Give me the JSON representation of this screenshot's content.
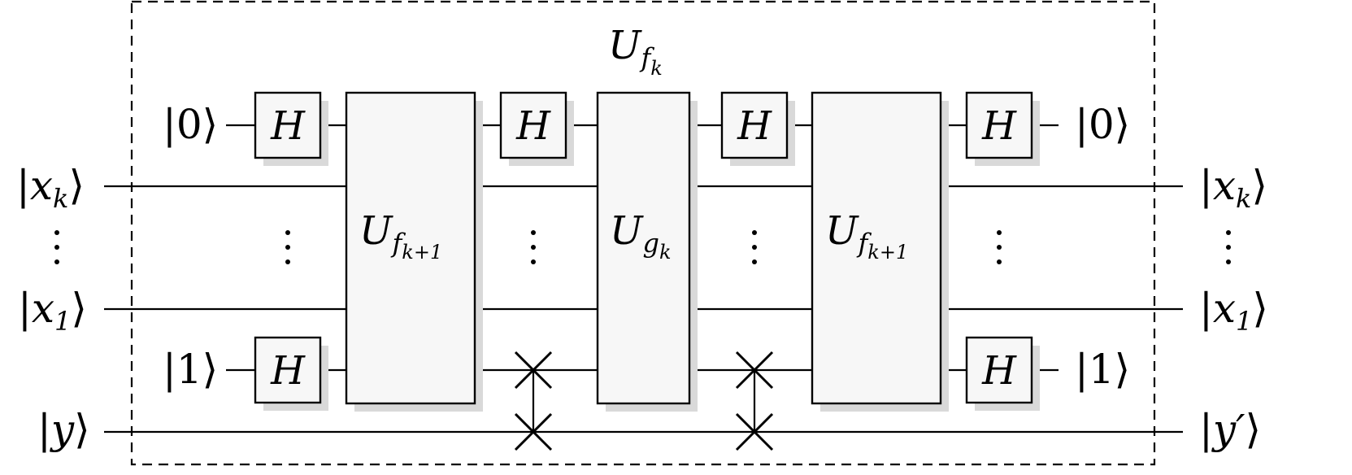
{
  "diagram": {
    "type": "quantum-circuit",
    "title": "U_{f_k}",
    "title_parts": {
      "main": "U",
      "sub": "f",
      "subsub": "k"
    },
    "inputs": [
      {
        "id": "xk",
        "label": "|x",
        "sub": "k",
        "close": "⟩"
      },
      {
        "id": "dots",
        "label": "⋮"
      },
      {
        "id": "x1",
        "label": "|x",
        "sub": "1",
        "close": "⟩"
      },
      {
        "id": "y",
        "label": "|y",
        "close": "⟩"
      }
    ],
    "outputs": [
      {
        "id": "xk",
        "label": "|x",
        "sub": "k",
        "close": "⟩"
      },
      {
        "id": "dots",
        "label": "⋮"
      },
      {
        "id": "x1",
        "label": "|x",
        "sub": "1",
        "close": "⟩"
      },
      {
        "id": "y",
        "label": "|y′",
        "close": "⟩"
      }
    ],
    "ancillas": [
      {
        "id": "anc0",
        "in": "|0⟩",
        "out": "|0⟩"
      },
      {
        "id": "anc1",
        "in": "|1⟩",
        "out": "|1⟩"
      }
    ],
    "gates": {
      "hadamard": "H",
      "u_fk1": {
        "main": "U",
        "sub": "f",
        "subsub": "k+1"
      },
      "u_gk": {
        "main": "U",
        "sub": "g",
        "subsub": "k"
      }
    }
  }
}
